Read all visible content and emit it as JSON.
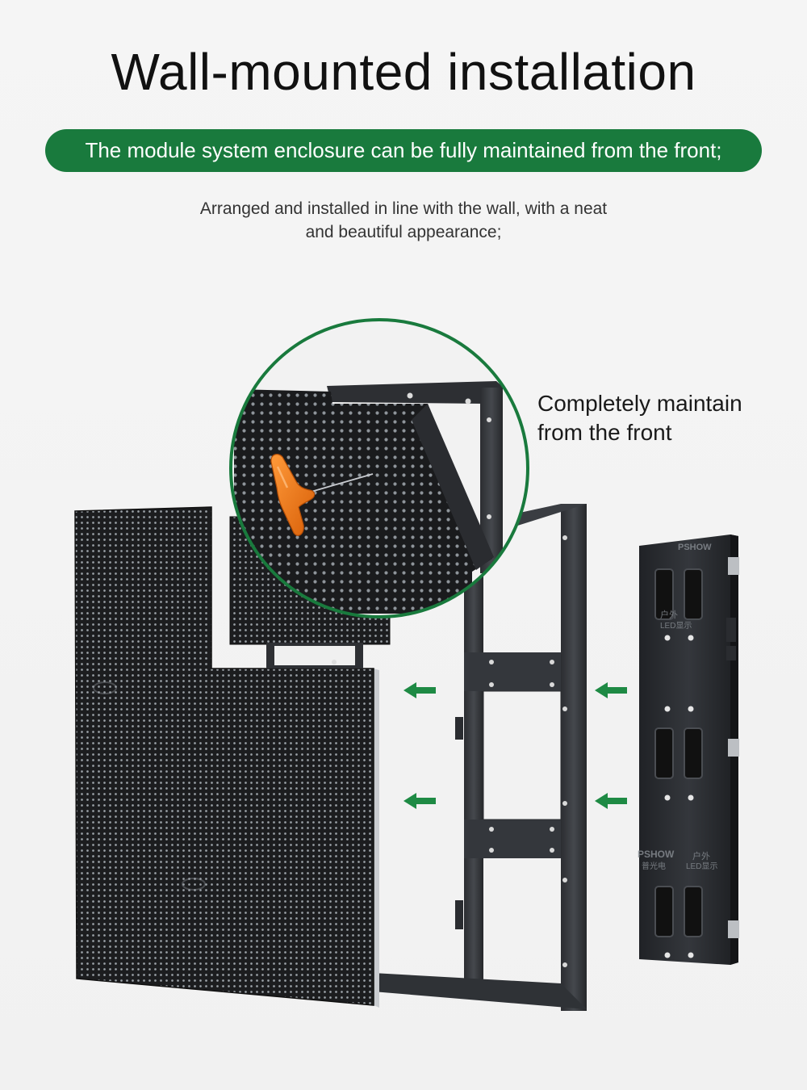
{
  "header": {
    "title": "Wall-mounted installation",
    "banner": "The module system enclosure can be fully maintained from the front;",
    "description_line1": "Arranged and installed in line with the wall, with a neat",
    "description_line2": "and beautiful appearance;"
  },
  "callout": {
    "line1": "Completely maintain",
    "line2": "from the front"
  },
  "brand": {
    "logo_text": "PSHOW",
    "logo_sub_text": "户外",
    "logo_sub_text2": "LED显示",
    "logo_text_b": "PSHOW",
    "logo_sub_text_b": "户外",
    "logo_sub_text2_b": "普光电",
    "logo_sub_text3_b": "LED显示"
  },
  "colors": {
    "accent_green": "#197a3d",
    "arrow_green": "#1e8a44",
    "handle_orange": "#f07d1a"
  },
  "icons": {
    "arrow": "arrow-left-icon",
    "tool": "t-handle-hex-key-icon"
  }
}
